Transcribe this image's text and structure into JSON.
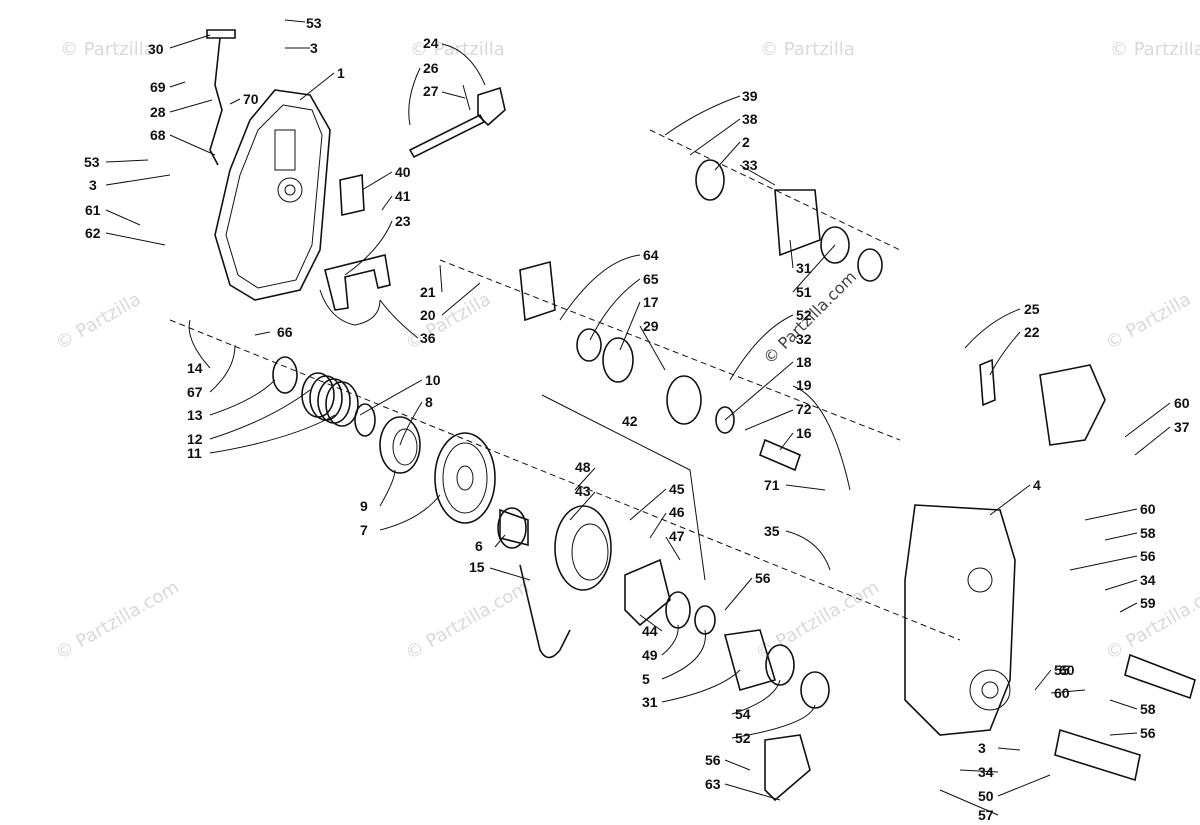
{
  "watermark": "© Partzilla.com",
  "watermark_short": "© Partzilla",
  "callouts": [
    "53",
    "3",
    "1",
    "30",
    "69",
    "28",
    "70",
    "68",
    "24",
    "26",
    "27",
    "53",
    "3",
    "40",
    "41",
    "23",
    "61",
    "62",
    "36",
    "21",
    "20",
    "64",
    "65",
    "17",
    "29",
    "39",
    "38",
    "2",
    "33",
    "31",
    "51",
    "52",
    "32",
    "18",
    "19",
    "72",
    "16",
    "71",
    "25",
    "22",
    "60",
    "37",
    "14",
    "67",
    "66",
    "13",
    "12",
    "11",
    "10",
    "8",
    "9",
    "7",
    "6",
    "15",
    "42",
    "48",
    "43",
    "45",
    "46",
    "47",
    "44",
    "49",
    "5",
    "56",
    "31",
    "54",
    "52",
    "4",
    "60",
    "58",
    "56",
    "34",
    "59",
    "35",
    "60",
    "55",
    "60",
    "58",
    "56",
    "3",
    "34",
    "50",
    "57",
    "56",
    "63"
  ]
}
